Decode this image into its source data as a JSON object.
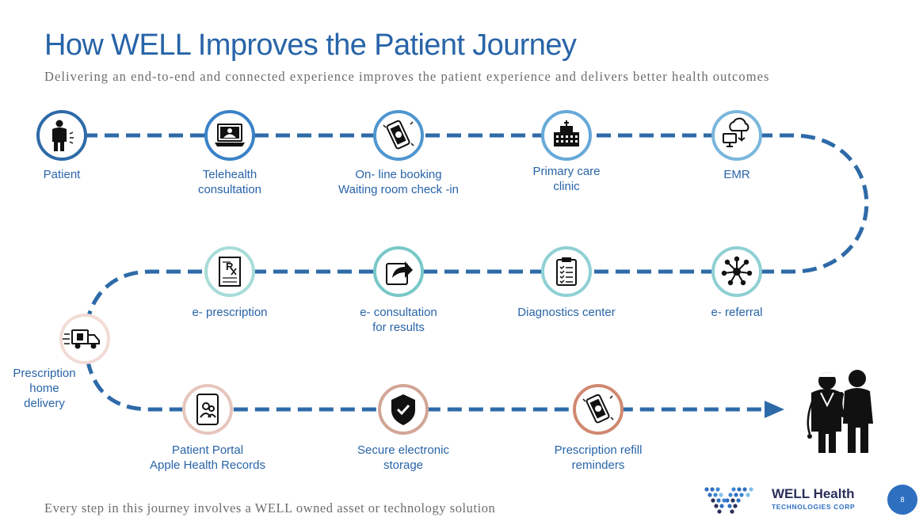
{
  "title": "How WELL Improves the Patient Journey",
  "subtitle": "Delivering an end-to-end and connected experience improves the patient experience and delivers better health outcomes",
  "footer": "Every step in this journey involves a WELL owned asset or technology solution",
  "page_number": "8",
  "logo": {
    "name": "WELL Health",
    "tagline": "TECHNOLOGIES CORP"
  },
  "colors": {
    "title": "#2864a8",
    "path": "#2e6aa8",
    "label": "#2864a8",
    "text_gray": "#6d6d6d",
    "brand_dark": "#2b2f5a",
    "brand_blue": "#2e6fc0"
  },
  "nodes": [
    {
      "id": "patient",
      "icon": "patient-icon",
      "ring": "#2e6aa8",
      "lines": [
        "Patient"
      ]
    },
    {
      "id": "telehealth",
      "icon": "laptop-icon",
      "ring": "#3a82c8",
      "lines": [
        "Telehealth",
        "consultation"
      ]
    },
    {
      "id": "booking",
      "icon": "phone-booking-icon",
      "ring": "#4f96d0",
      "lines": [
        "On- line booking",
        "Waiting room check    -in"
      ]
    },
    {
      "id": "primary-care",
      "icon": "clinic-icon",
      "ring": "#66a9d9",
      "lines": [
        "Primary care",
        "clinic"
      ]
    },
    {
      "id": "emr",
      "icon": "cloud-computer-icon",
      "ring": "#7ab7dc",
      "lines": [
        "EMR"
      ]
    },
    {
      "id": "e-referral",
      "icon": "network-icon",
      "ring": "#8fd0d4",
      "lines": [
        "e- referral"
      ]
    },
    {
      "id": "diagnostics",
      "icon": "clipboard-icon",
      "ring": "#8fd0d4",
      "lines": [
        "Diagnostics center"
      ]
    },
    {
      "id": "e-consultation",
      "icon": "share-icon",
      "ring": "#78c8c8",
      "lines": [
        "e- consultation",
        "for results"
      ]
    },
    {
      "id": "e-prescription",
      "icon": "prescription-icon",
      "ring": "#a8dcd8",
      "lines": [
        "e- prescription"
      ]
    },
    {
      "id": "delivery",
      "icon": "delivery-truck-icon",
      "ring": "#f2dcd6",
      "lines": [
        "Prescription",
        "home",
        "delivery"
      ]
    },
    {
      "id": "portal",
      "icon": "tablet-portal-icon",
      "ring": "#e6c6bc",
      "lines": [
        "Patient Portal",
        "Apple Health Records"
      ]
    },
    {
      "id": "storage",
      "icon": "shield-icon",
      "ring": "#d2a696",
      "lines": [
        "Secure electronic",
        "storage"
      ]
    },
    {
      "id": "refill",
      "icon": "phone-refill-icon",
      "ring": "#d08870",
      "lines": [
        "Prescription refill",
        "reminders"
      ]
    }
  ],
  "outcome_icon": "doctor-and-patient-icon"
}
